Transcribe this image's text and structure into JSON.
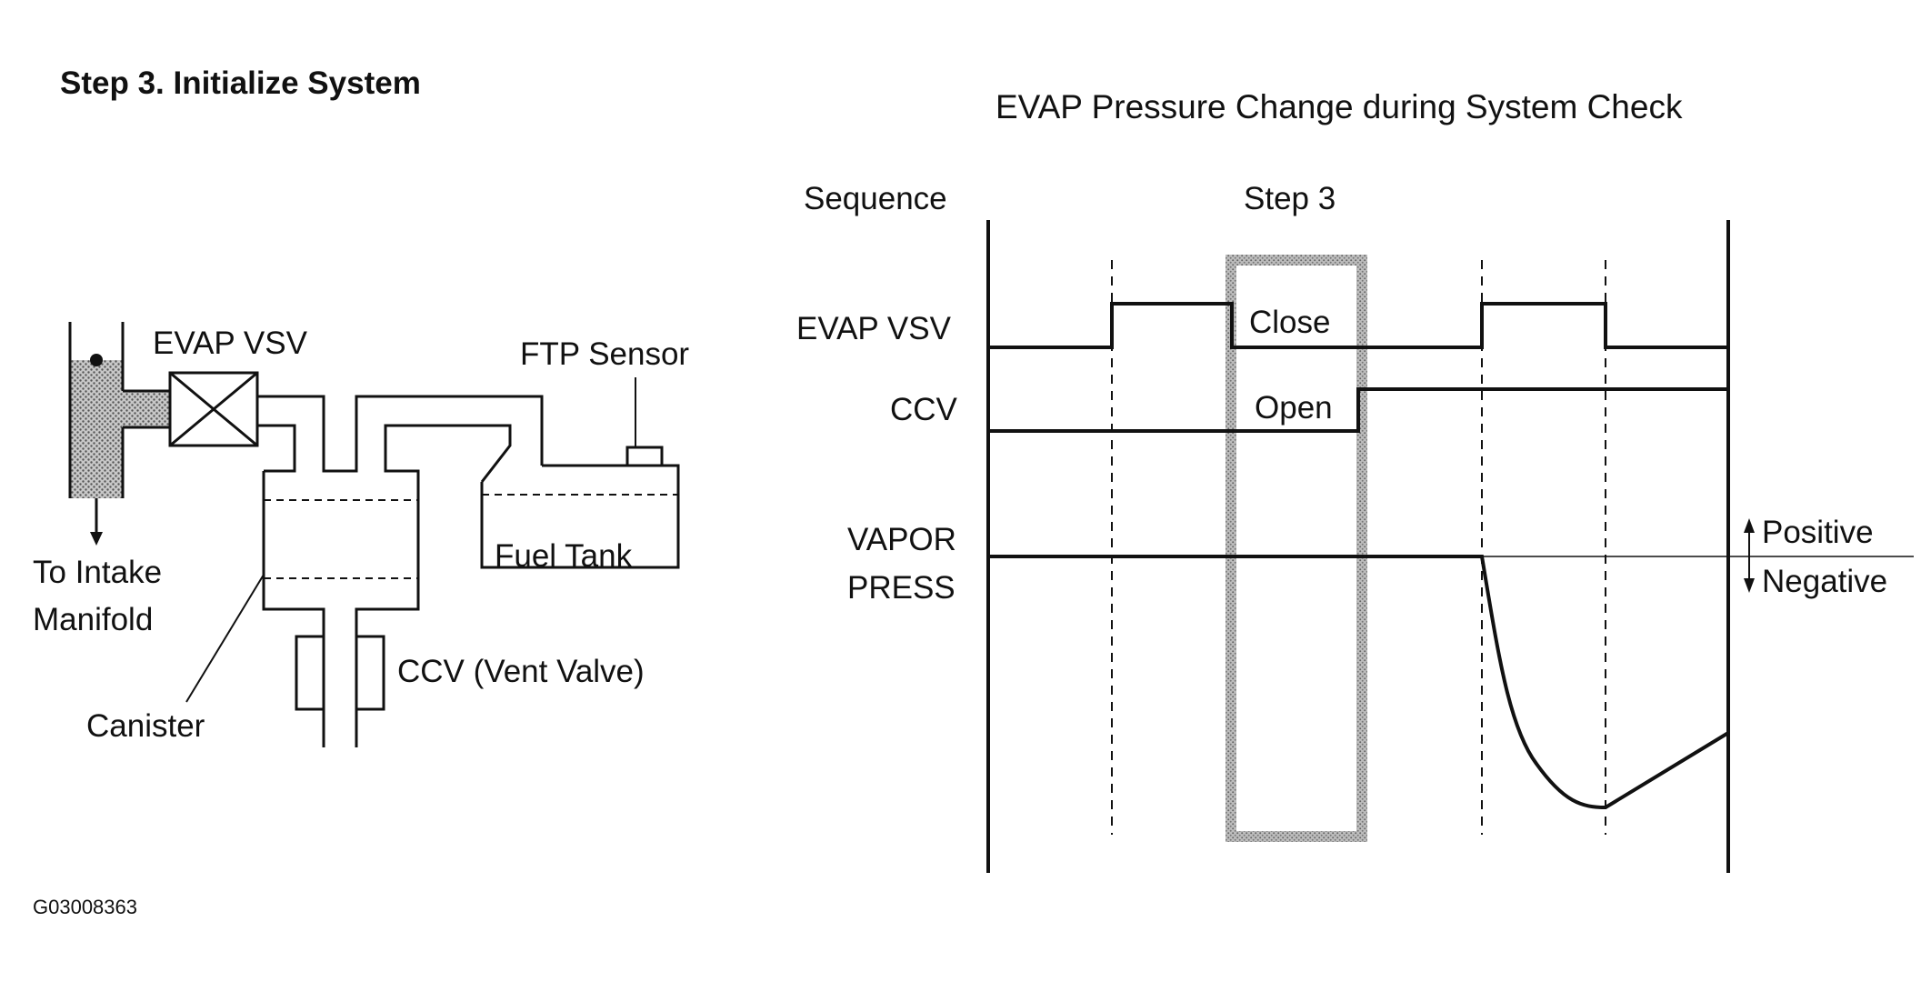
{
  "heading": "Step 3. Initialize System",
  "figure_id": "G03008363",
  "schematic": {
    "evap_vsv": "EVAP VSV",
    "ftp_sensor": "FTP Sensor",
    "fuel_tank": "Fuel Tank",
    "to_intake_line1": "To Intake",
    "to_intake_line2": "Manifold",
    "canister": "Canister",
    "ccv_vent": "CCV (Vent Valve)"
  },
  "timing": {
    "title": "EVAP Pressure Change during System Check",
    "sequence_label": "Sequence",
    "step_label": "Step 3",
    "row_evap_vsv": "EVAP VSV",
    "row_ccv": "CCV",
    "row_vapor_line1": "VAPOR",
    "row_vapor_line2": "PRESS",
    "close_label": "Close",
    "open_label": "Open",
    "positive_label": "Positive",
    "negative_label": "Negative"
  },
  "colors": {
    "ink": "#111111",
    "hatch": "#9a9a9a"
  }
}
